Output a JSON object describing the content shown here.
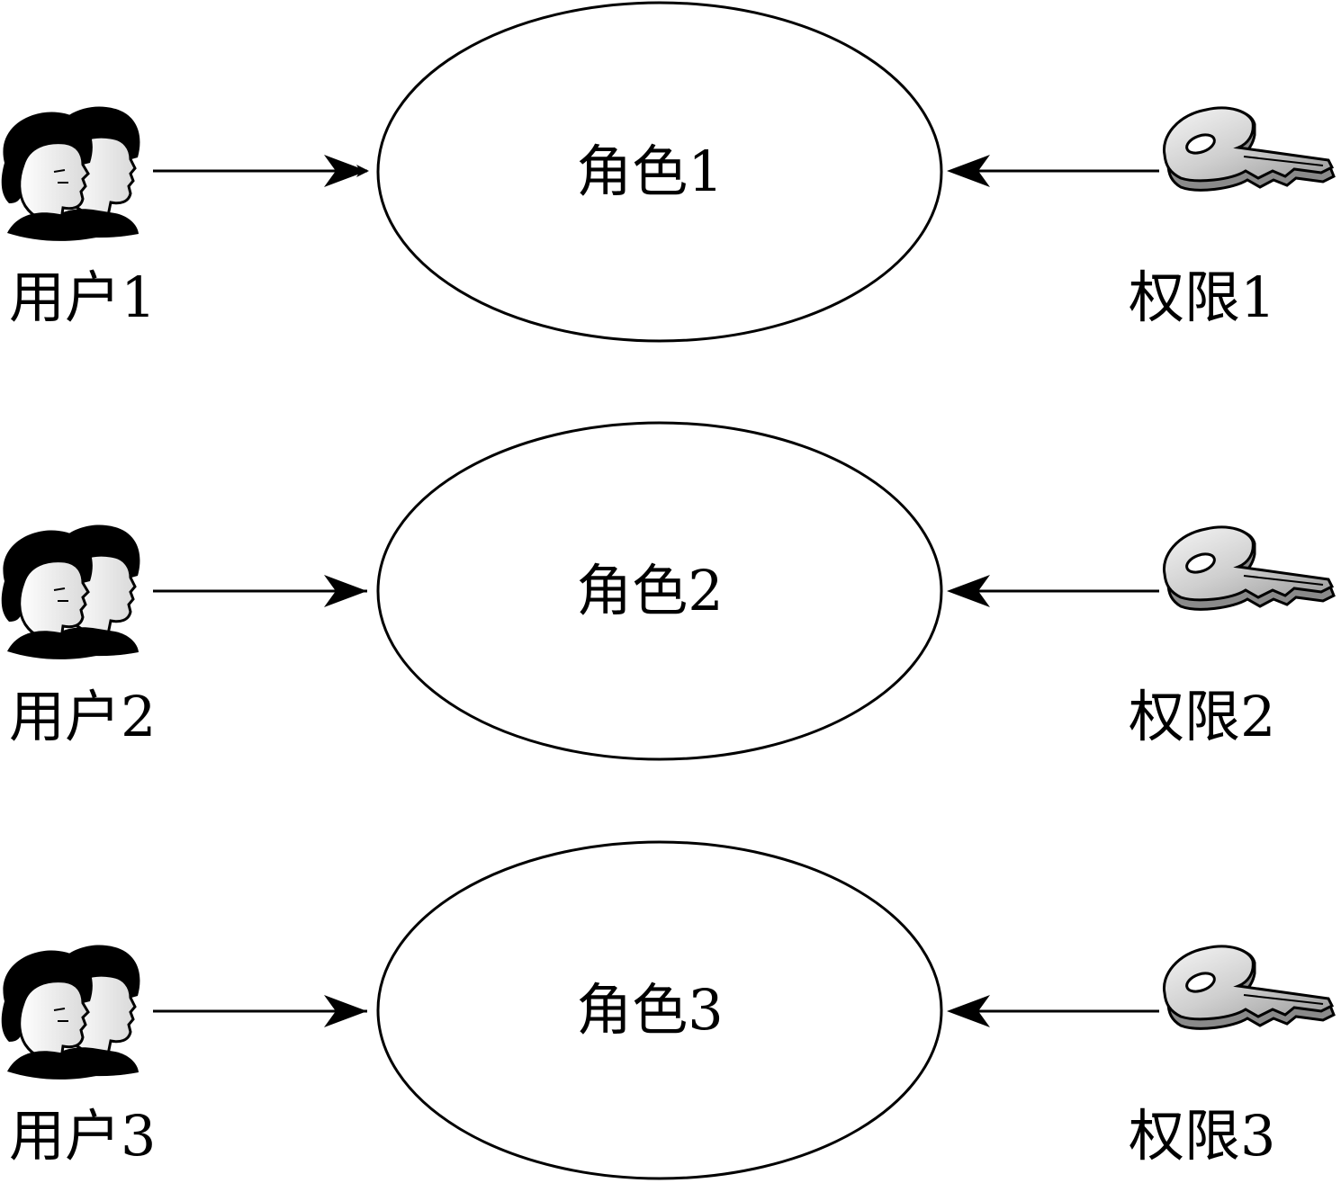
{
  "colors": {
    "stroke": "#000000",
    "background": "#ffffff",
    "key_fill": "#cfcfcf",
    "key_highlight": "#f2f2f2",
    "face_fill": "#f4f4f4"
  },
  "icons": {
    "user": "user-pair-icon",
    "permission": "key-icon"
  },
  "rows": [
    {
      "user": "用户1",
      "role": "角色1",
      "permission": "权限1"
    },
    {
      "user": "用户2",
      "role": "角色2",
      "permission": "权限2"
    },
    {
      "user": "用户3",
      "role": "角色3",
      "permission": "权限3"
    }
  ]
}
